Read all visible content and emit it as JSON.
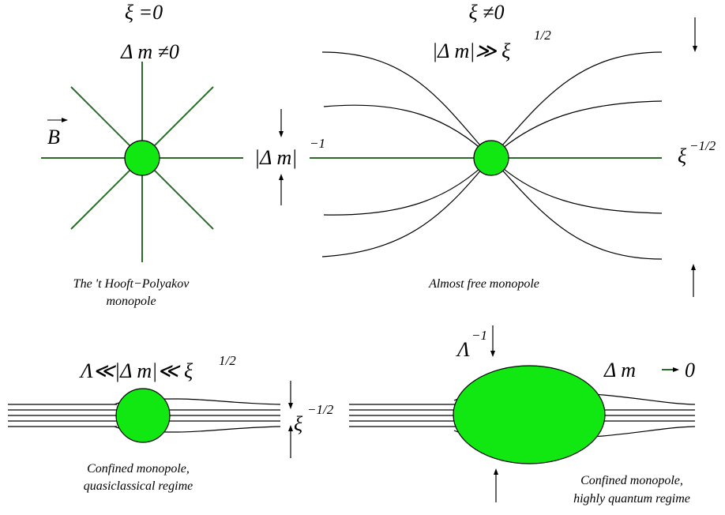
{
  "colors": {
    "monopole_fill": "#11e811",
    "field_line_green": "#2a6b2a",
    "field_line_black": "#000000"
  },
  "panel_hp": {
    "xi_eq": "ξ =0",
    "dm_neq": "Δ m ≠0",
    "b_vec": "B",
    "caption_line1": "The 't Hooft−Polyakov",
    "caption_line2": "monopole"
  },
  "scale_dm": {
    "label": "|Δ m|",
    "exp": "−1"
  },
  "panel_free": {
    "xi_neq": "ξ ≠0",
    "dm_gg": "|Δ m|≫ ξ",
    "dm_gg_exp": "1/2",
    "caption": "Almost free monopole"
  },
  "scale_xi_right": {
    "label": "ξ",
    "exp": "−1/2"
  },
  "panel_confined_qc": {
    "inequality": "Λ≪|Δ m|≪ ξ",
    "inequality_exp": "1/2",
    "caption_line1": "Confined monopole,",
    "caption_line2": "quasiclassical regime"
  },
  "scale_xi_mid": {
    "label": "ξ",
    "exp": "−1/2"
  },
  "panel_confined_q": {
    "lambda": "Λ",
    "lambda_exp": "−1",
    "dm_to_zero": "Δ m",
    "zero": "0",
    "caption_line1": "Confined monopole,",
    "caption_line2": "highly quantum regime"
  }
}
